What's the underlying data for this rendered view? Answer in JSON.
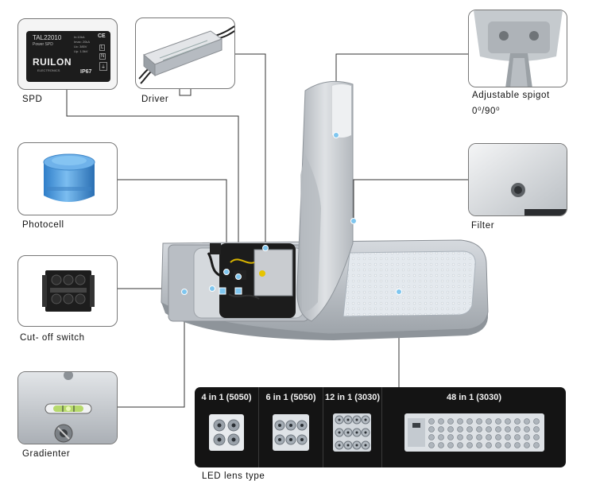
{
  "labels": {
    "spd": "SPD",
    "driver": "Driver",
    "photocell": "Photocell",
    "cutoff": "Cut- off  switch",
    "gradienter": "Gradienter",
    "spigot_line1": "Adjustable    spigot",
    "spigot_line2": "0⁰/90⁰",
    "filter": "Filter",
    "lens_type": "LED  lens  type"
  },
  "spd_device": {
    "model": "TAL22010",
    "subtitle": "Power SPD",
    "brand": "RUILON",
    "brand_sub": "ELECTRONICS",
    "rating": "IP67",
    "ce": "CE",
    "terminals": [
      "L",
      "N",
      "⏚"
    ],
    "specs": [
      "In:10kA",
      "Imax: 20kA",
      "Uc: 385V",
      "Up: 1.5kV"
    ]
  },
  "lens_types": [
    {
      "label": "4 in 1 (5050)"
    },
    {
      "label": "6 in 1 (5050)"
    },
    {
      "label": "12 in 1 (3030)"
    },
    {
      "label": "48 in 1 (3030)"
    }
  ],
  "colors": {
    "panel_bg": "#141414",
    "lamp_body": "#c9ced4",
    "callout_line": "#333333",
    "marker": "#7fc6ef"
  }
}
